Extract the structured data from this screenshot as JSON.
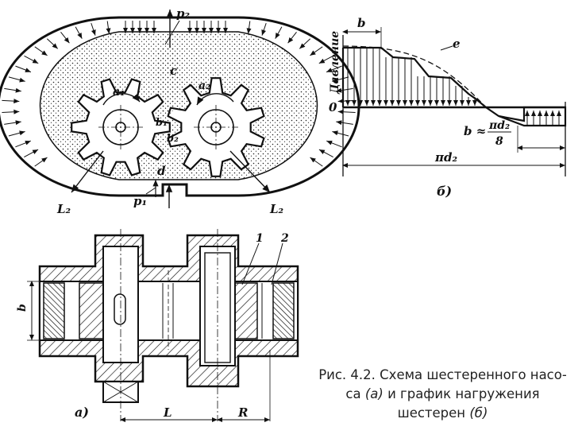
{
  "pump": {
    "p2": "p₂",
    "p1": "p₁",
    "a1": "a₁",
    "a2": "a₂",
    "b1": "b₁",
    "b2": "b₂",
    "c": "c",
    "d": "d",
    "l2_left": "L₂",
    "l2_right": "L₂",
    "panel_label": "a)"
  },
  "section": {
    "b": "b",
    "L": "L",
    "R": "R",
    "n1": "1",
    "n2": "2"
  },
  "graph": {
    "b": "b",
    "ylabel": "Давление",
    "zero": "0",
    "e": "e",
    "formula_left": "b ≈",
    "formula_num": "πd₂",
    "formula_den": "8",
    "pid2": "πd₂",
    "panel_label": "б)"
  },
  "caption": {
    "line1": "Рис. 4.2. Схема шестеренного насо-",
    "line2_a": "са",
    "line2_it": "(а)",
    "line2_b": "и график нагружения",
    "line3_a": "шестерен",
    "line3_it": "(б)"
  }
}
